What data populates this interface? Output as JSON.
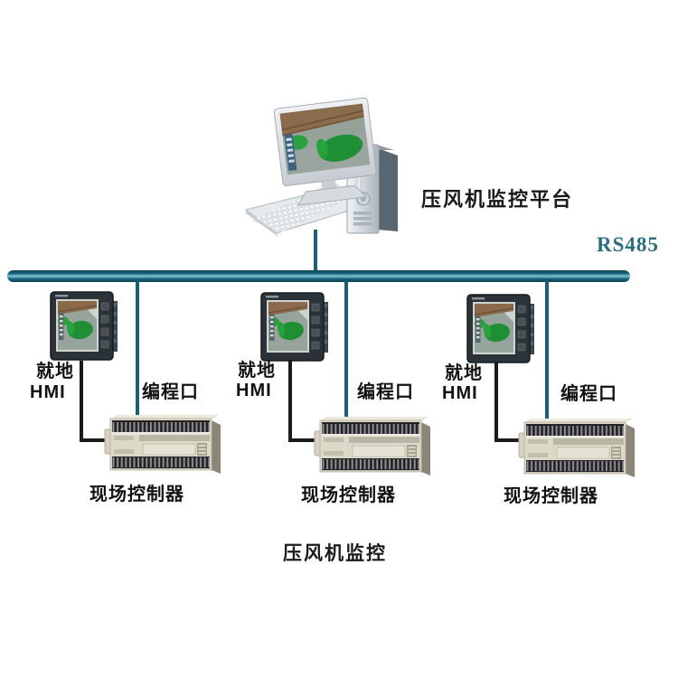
{
  "platform_label": "压风机监控平台",
  "bus": {
    "label": "RS485",
    "color_dark": "#0d4357",
    "color_light": "#7cc3d8"
  },
  "caption": "压风机监控",
  "groups": [
    {
      "local": "就地",
      "hmi": "HMI",
      "port": "编程口",
      "controller": "现场控制器"
    },
    {
      "local": "就地",
      "hmi": "HMI",
      "port": "编程口",
      "controller": "现场控制器"
    },
    {
      "local": "就地",
      "hmi": "HMI",
      "port": "编程口",
      "controller": "现场控制器"
    }
  ],
  "icons": {
    "computer": "desktop-computer-with-monitor-keyboard-tower",
    "hmi_panel": "hmi-touch-panel",
    "plc": "plc-field-controller-unit"
  },
  "colors": {
    "connector_teal": "#1c5f74",
    "connector_black": "#1b1b1b",
    "rs485_text": "#2e6d80"
  }
}
